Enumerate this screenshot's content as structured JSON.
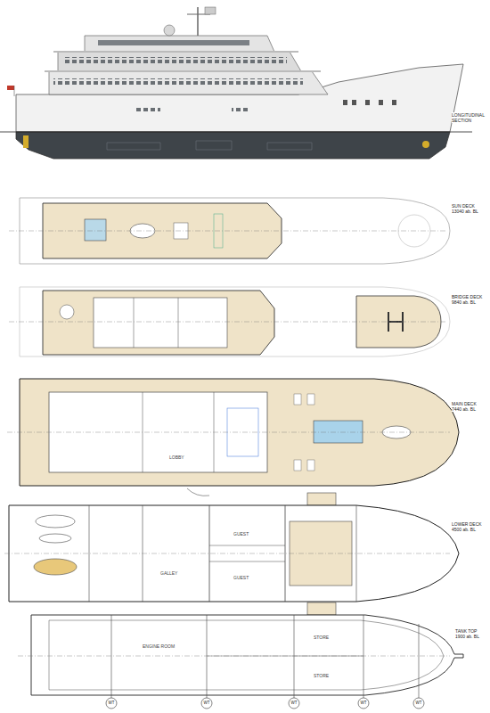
{
  "diagram": {
    "labels": [
      "LONGITUDINAL SECTION",
      "SUN DECK 13040 ab. BL",
      "BRIDGE DECK 9840 ab. BL",
      "MAIN DECK 7440 ab. BL",
      "LOWER DECK 4500 ab. BL",
      "TANK TOP 1900 ab. BL",
      "WT",
      "WT",
      "WT",
      "WT",
      "WT",
      "ENGINE ROOM",
      "STORE",
      "STORE",
      "LOBBY",
      "GALLEY",
      "GUEST",
      "GUEST"
    ]
  }
}
